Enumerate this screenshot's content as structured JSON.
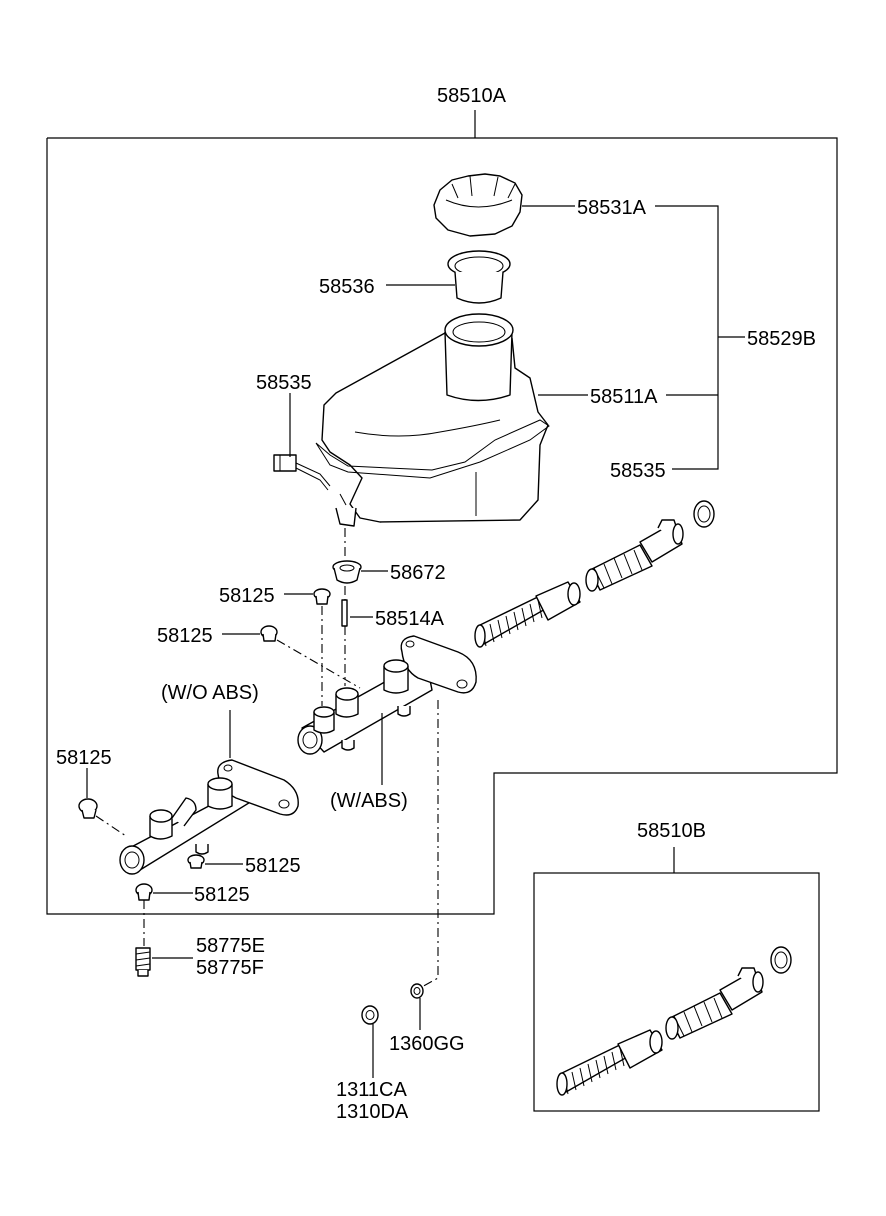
{
  "labels": {
    "assembly": "58510A",
    "cap": "58531A",
    "strainer": "58536",
    "bracket_group": "58529B",
    "reservoir": "58511A",
    "switch_top": "58535",
    "switch_bottom": "58535",
    "grommet": "58672",
    "pin": "58514A",
    "screw_a": "58125",
    "screw_b": "58125",
    "screw_c": "58125",
    "screw_d": "58125",
    "screw_e": "58125",
    "variant_wo_abs": "(W/O ABS)",
    "variant_w_abs": "(W/ABS)",
    "fitting_1": "58775E",
    "fitting_2": "58775F",
    "gasket": "1360GG",
    "nut_1": "1311CA",
    "nut_2": "1310DA",
    "kit": "58510B"
  }
}
